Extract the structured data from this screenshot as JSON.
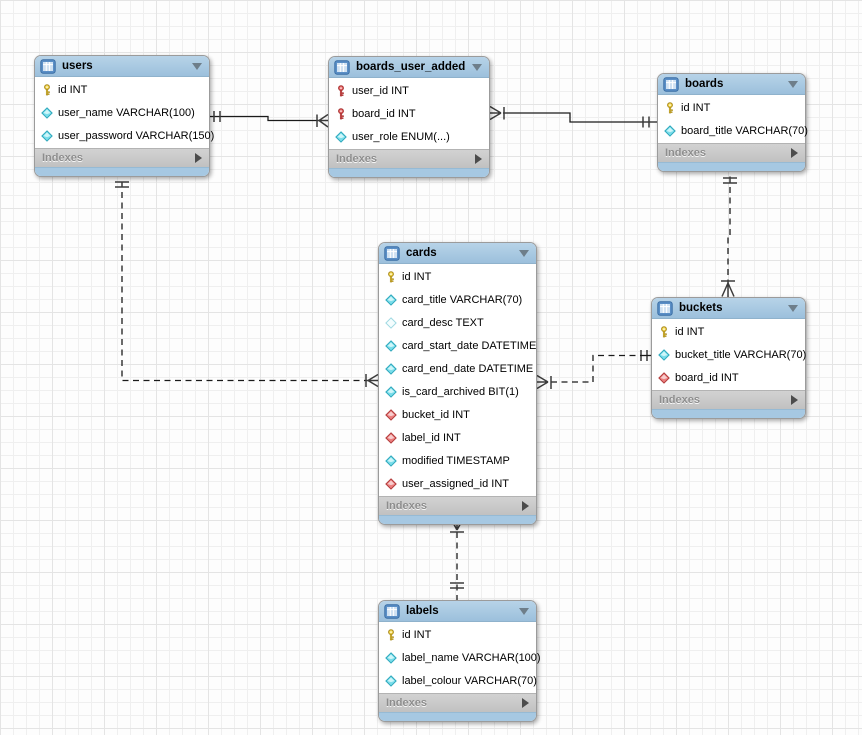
{
  "diagram": {
    "footer_label": "Indexes",
    "colors": {
      "header_blue": "#A6C8E2",
      "footer_gray": "#C7C7C7",
      "body_white": "#FFFFFF",
      "primary_key_gold": "#F6D94C",
      "primary_foreign_key_red": "#E96A6A",
      "attribute_cyan": "#7ADEEB",
      "foreign_key_diamond_red": "#EC8080",
      "line_black": "#1B1B1B"
    },
    "icons": {
      "header": "table-icon",
      "collapse": "triangle-down-icon",
      "footer_arrow": "triangle-right-icon",
      "primary_key": "primary-key-icon",
      "primary_foreign_key": "primary-foreign-key-icon",
      "attribute": "attribute-diamond-icon",
      "nullable_attribute": "nullable-attribute-diamond-icon",
      "foreign_key": "foreign-key-diamond-icon"
    },
    "tables": [
      {
        "name": "users",
        "footer": "Indexes",
        "columns": [
          {
            "text": "id INT",
            "icon": "primary-key-icon"
          },
          {
            "text": "user_name VARCHAR(100)",
            "icon": "attribute-diamond-icon"
          },
          {
            "text": "user_password VARCHAR(150)",
            "icon": "attribute-diamond-icon"
          }
        ]
      },
      {
        "name": "boards_user_added",
        "footer": "Indexes",
        "columns": [
          {
            "text": "user_id INT",
            "icon": "primary-foreign-key-icon"
          },
          {
            "text": "board_id INT",
            "icon": "primary-foreign-key-icon"
          },
          {
            "text": "user_role ENUM(...)",
            "icon": "attribute-diamond-icon"
          }
        ]
      },
      {
        "name": "boards",
        "footer": "Indexes",
        "columns": [
          {
            "text": "id INT",
            "icon": "primary-key-icon"
          },
          {
            "text": "board_title VARCHAR(70)",
            "icon": "attribute-diamond-icon"
          }
        ]
      },
      {
        "name": "cards",
        "footer": "Indexes",
        "columns": [
          {
            "text": "id INT",
            "icon": "primary-key-icon"
          },
          {
            "text": "card_title VARCHAR(70)",
            "icon": "attribute-diamond-icon"
          },
          {
            "text": "card_desc TEXT",
            "icon": "nullable-attribute-diamond-icon"
          },
          {
            "text": "card_start_date DATETIME",
            "icon": "attribute-diamond-icon"
          },
          {
            "text": "card_end_date DATETIME",
            "icon": "attribute-diamond-icon"
          },
          {
            "text": "is_card_archived BIT(1)",
            "icon": "attribute-diamond-icon"
          },
          {
            "text": "bucket_id INT",
            "icon": "foreign-key-diamond-icon"
          },
          {
            "text": "label_id INT",
            "icon": "foreign-key-diamond-icon"
          },
          {
            "text": "modified TIMESTAMP",
            "icon": "attribute-diamond-icon"
          },
          {
            "text": "user_assigned_id INT",
            "icon": "foreign-key-diamond-icon"
          }
        ]
      },
      {
        "name": "buckets",
        "footer": "Indexes",
        "columns": [
          {
            "text": "id INT",
            "icon": "primary-key-icon"
          },
          {
            "text": "bucket_title VARCHAR(70)",
            "icon": "attribute-diamond-icon"
          },
          {
            "text": "board_id INT",
            "icon": "foreign-key-diamond-icon"
          }
        ]
      },
      {
        "name": "labels",
        "footer": "Indexes",
        "columns": [
          {
            "text": "id INT",
            "icon": "primary-key-icon"
          },
          {
            "text": "label_name VARCHAR(100)",
            "icon": "attribute-diamond-icon"
          },
          {
            "text": "label_colour VARCHAR(70)",
            "icon": "attribute-diamond-icon"
          }
        ]
      }
    ],
    "relationships": [
      {
        "from": "users",
        "to": "boards_user_added",
        "line": "solid",
        "from_end": "one-mandatory",
        "to_end": "many-mandatory"
      },
      {
        "from": "boards",
        "to": "boards_user_added",
        "line": "solid",
        "from_end": "one-mandatory",
        "to_end": "many-mandatory"
      },
      {
        "from": "users",
        "to": "cards",
        "line": "dashed",
        "from_end": "one-mandatory",
        "to_end": "many-mandatory"
      },
      {
        "from": "buckets",
        "to": "cards",
        "line": "dashed",
        "from_end": "one-mandatory",
        "to_end": "many-mandatory"
      },
      {
        "from": "boards",
        "to": "buckets",
        "line": "dashed",
        "from_end": "one-mandatory",
        "to_end": "many-mandatory"
      },
      {
        "from": "labels",
        "to": "cards",
        "line": "dashed",
        "from_end": "one-mandatory",
        "to_end": "many-mandatory"
      }
    ]
  }
}
